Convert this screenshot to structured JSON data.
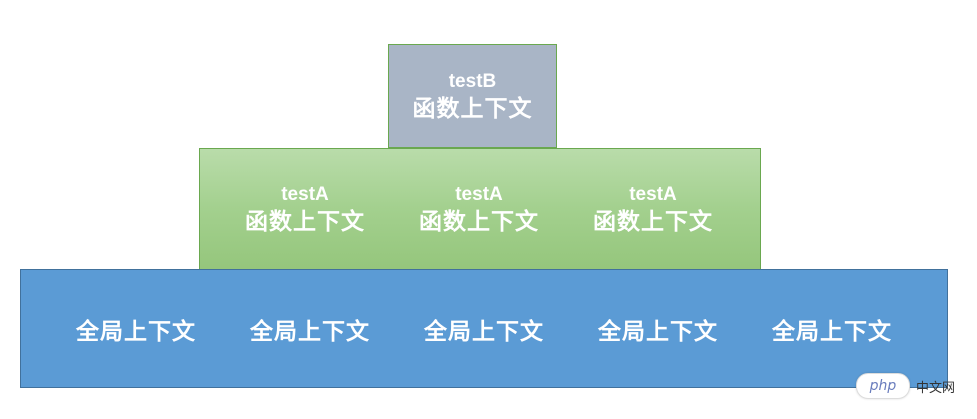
{
  "stack": {
    "top": {
      "function_name": "testB",
      "context_label": "函数上下文"
    },
    "middle": [
      {
        "function_name": "testA",
        "context_label": "函数上下文"
      },
      {
        "function_name": "testA",
        "context_label": "函数上下文"
      },
      {
        "function_name": "testA",
        "context_label": "函数上下文"
      }
    ],
    "bottom": [
      {
        "context_label": "全局上下文"
      },
      {
        "context_label": "全局上下文"
      },
      {
        "context_label": "全局上下文"
      },
      {
        "context_label": "全局上下文"
      },
      {
        "context_label": "全局上下文"
      }
    ]
  },
  "watermark": {
    "logo_text": "php",
    "site_text": "中文网"
  },
  "colors": {
    "top_block": "#a9b5c6",
    "middle_block": "#a3d08e",
    "bottom_block": "#5b9bd5",
    "text": "#ffffff"
  }
}
